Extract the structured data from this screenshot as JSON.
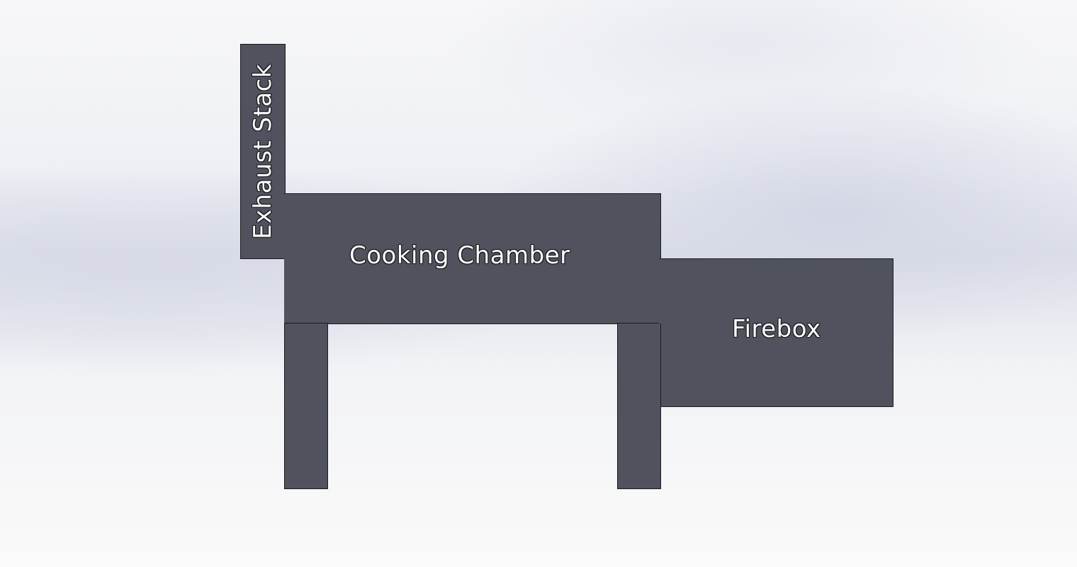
{
  "diagram": {
    "labels": {
      "exhaust_stack": "Exhaust Stack",
      "cooking_chamber": "Cooking Chamber",
      "firebox": "Firebox"
    },
    "colors": {
      "part_fill": "#50525e",
      "part_outline": "#1a1a1e",
      "label_text": "#ffffff"
    }
  }
}
